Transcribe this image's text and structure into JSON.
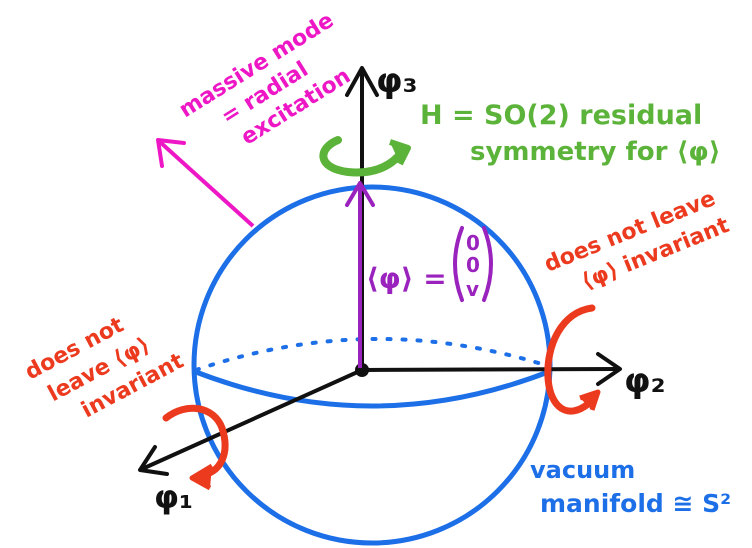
{
  "axes": {
    "phi1": "φ₁",
    "phi2": "φ₂",
    "phi3": "φ₃"
  },
  "residual": {
    "line1": "H = SO(2) residual",
    "line2": "symmetry for ⟨φ⟩"
  },
  "massive": {
    "line1": "massive mode",
    "line2": "= radial",
    "line3": "excitation"
  },
  "vev": {
    "lhs": "⟨φ⟩ =",
    "entries": [
      "0",
      "0",
      "v"
    ]
  },
  "right_note": {
    "line1": "does not leave",
    "line2": "⟨φ⟩ invariant"
  },
  "left_note": {
    "line1": "does not",
    "line2": "leave ⟨φ⟩",
    "line3": "invariant"
  },
  "vacuum": {
    "line1": "vacuum",
    "line2": "manifold ≅ S²"
  },
  "colors": {
    "sphere": "#1d6fe8",
    "axes": "#111111",
    "vev_arrow": "#9a22bd",
    "radial": "#ee17c6",
    "residual": "#5cb33a",
    "broken": "#ec3a1f"
  }
}
